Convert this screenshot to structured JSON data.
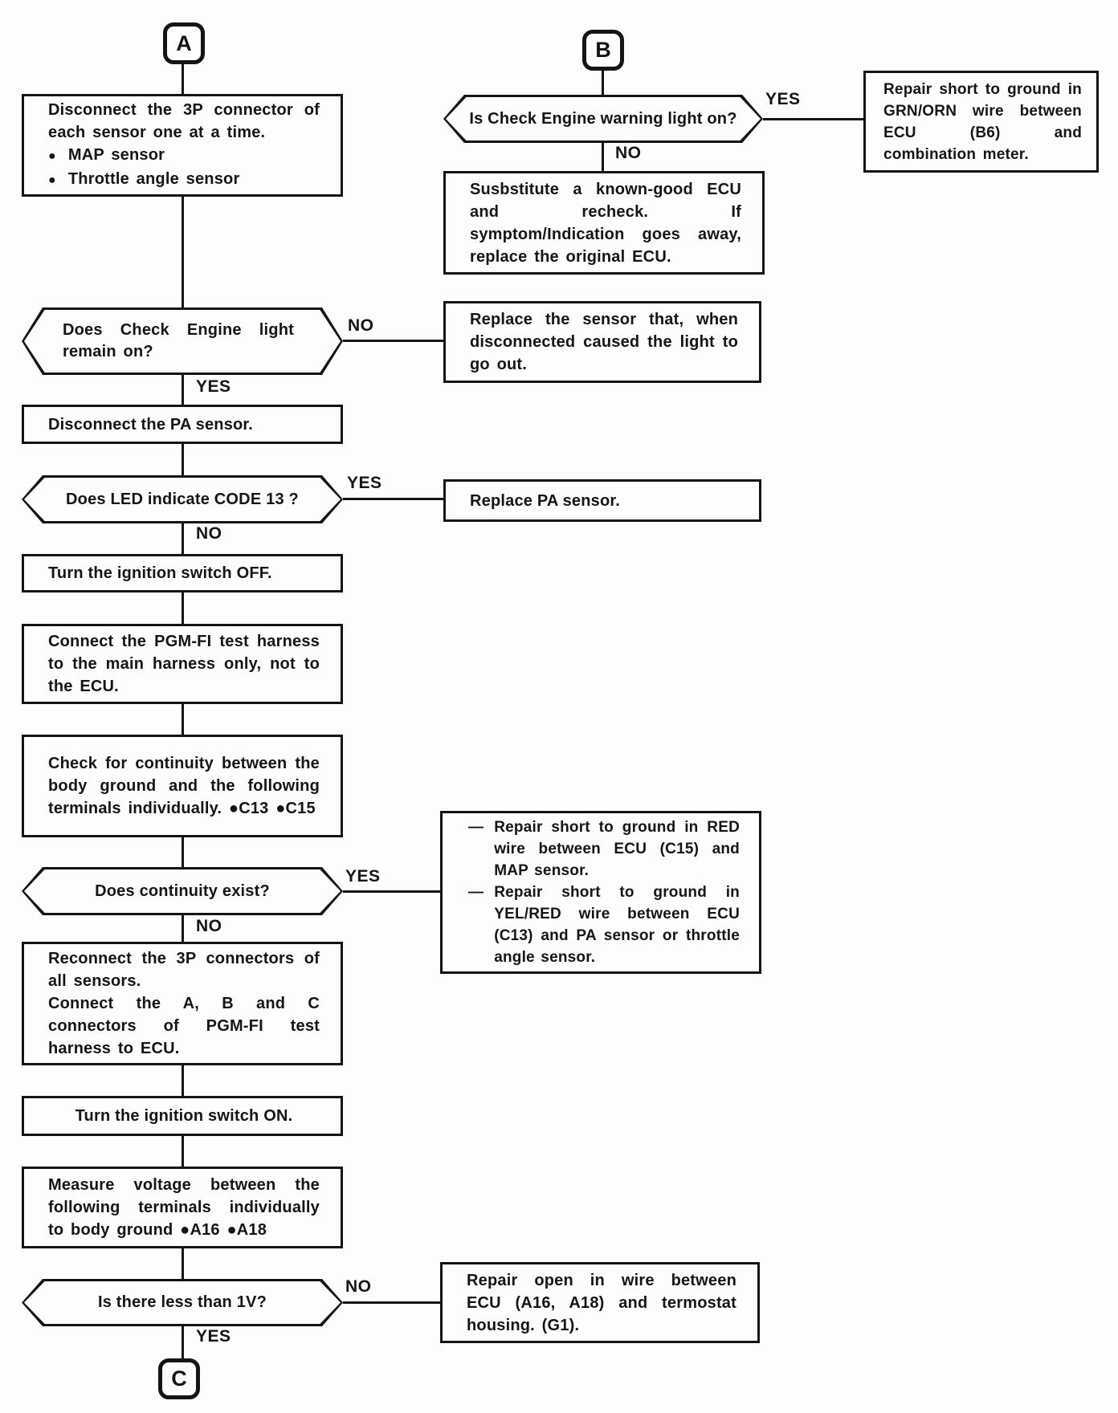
{
  "colors": {
    "paper": "#fdfdfb",
    "ink": "#151515"
  },
  "glyphs": {
    "bullet": "●",
    "dash": "—"
  },
  "labels": {
    "yes": "YES",
    "no": "NO"
  },
  "terminals": {
    "a": "A",
    "b": "B",
    "c": "C"
  },
  "nodes": {
    "disconnect_3p": {
      "text": "Disconnect the 3P connector of each sensor one at a time.",
      "items": [
        "MAP sensor",
        "Throttle angle sensor"
      ]
    },
    "check_engine_remain": "Does Check Engine light remain on?",
    "replace_sensor": "Replace the sensor that, when disconnected caused the light to go out.",
    "disconnect_pa": "Disconnect the PA sensor.",
    "led_code_13": "Does LED indicate CODE 13 ?",
    "replace_pa": "Replace PA sensor.",
    "ignition_off": "Turn the ignition switch OFF.",
    "connect_test_harness": "Connect the PGM-FI test harness to the main harness only, not to the ECU.",
    "check_continuity": "Check for continuity between the body ground and the following terminals individually. ●C13 ●C15",
    "continuity_exist": "Does continuity exist?",
    "repair_short_list": {
      "items": [
        "Repair short to ground in RED wire between ECU (C15) and MAP sensor.",
        "Repair short to ground in YEL/RED wire between ECU (C13) and PA sensor or throttle angle sensor."
      ]
    },
    "reconnect_3p": {
      "line1": "Reconnect the 3P connectors of all sensors.",
      "line2": "Connect the A, B and C connectors of PGM-FI test harness to ECU."
    },
    "ignition_on": "Turn the ignition switch ON.",
    "measure_voltage": "Measure voltage between the following terminals individually to body ground ●A16 ●A18",
    "less_than_1v": "Is there less than 1V?",
    "repair_open_wire": "Repair open in wire between ECU (A16, A18) and termostat housing. (G1).",
    "check_engine_warning": "Is Check Engine warning light on?",
    "substitute_ecu": "Susbstitute a known-good ECU and recheck. If symptom/Indication goes away, replace the original ECU.",
    "repair_grn_orn": "Repair short to ground in GRN/ORN wire between ECU (B6) and combination meter."
  }
}
